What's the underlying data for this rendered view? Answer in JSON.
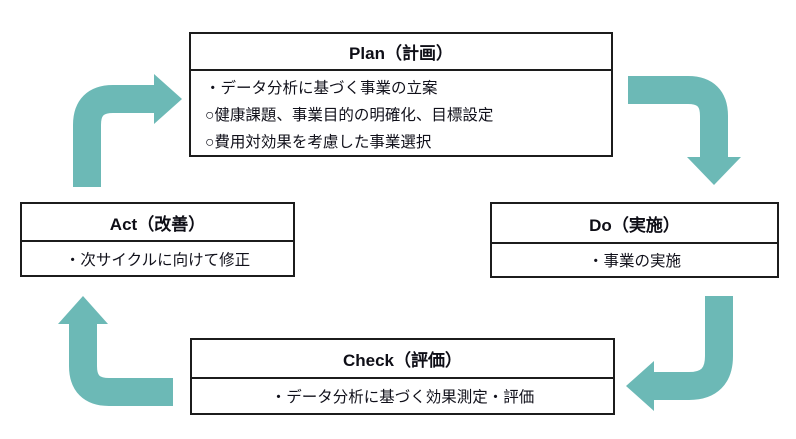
{
  "colors": {
    "arrow": "#6CB9B6",
    "box_border": "#1c1c1c",
    "text": "#0e0e16",
    "background": "#ffffff"
  },
  "plan_box": {
    "title": "Plan（計画）",
    "lines": [
      "・データ分析に基づく事業の立案",
      "○健康課題、事業目的の明確化、目標設定",
      "○費用対効果を考慮した事業選択"
    ]
  },
  "do_box": {
    "title": "Do（実施）",
    "lines": [
      "・事業の実施"
    ]
  },
  "act_box": {
    "title": "Act（改善）",
    "lines": [
      "・次サイクルに向けて修正"
    ]
  },
  "check_box": {
    "title": "Check（評価）",
    "lines": [
      "・データ分析に基づく効果測定・評価"
    ]
  },
  "arrows": [
    {
      "name": "act-to-plan",
      "from": "Act（改善）",
      "to": "Plan（計画）",
      "direction": "up-then-right"
    },
    {
      "name": "plan-to-do",
      "from": "Plan（計画）",
      "to": "Do（実施）",
      "direction": "right-then-down"
    },
    {
      "name": "do-to-check",
      "from": "Do（実施）",
      "to": "Check（評価）",
      "direction": "down-then-left"
    },
    {
      "name": "check-to-act",
      "from": "Check（評価）",
      "to": "Act（改善）",
      "direction": "left-then-up"
    }
  ]
}
